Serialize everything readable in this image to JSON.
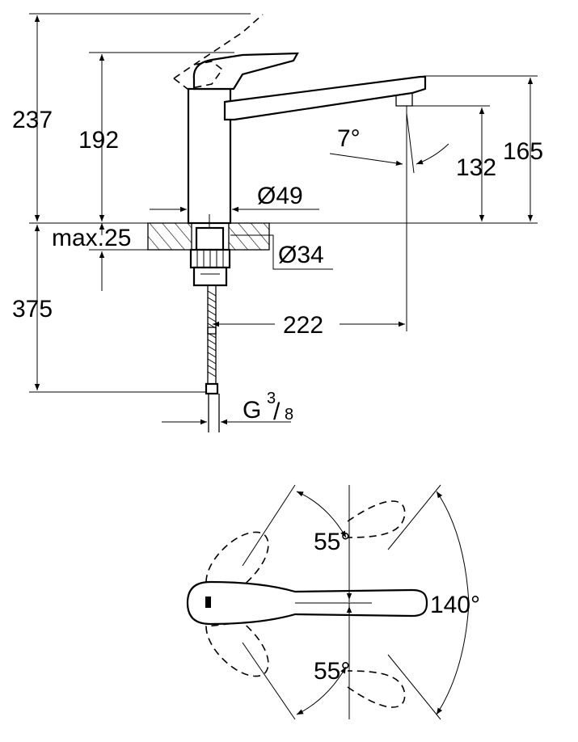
{
  "side_view": {
    "dim_total_height": "237",
    "dim_body_height": "192",
    "dim_spout_height": "165",
    "dim_outlet_height": "132",
    "dim_angle": "7°",
    "dim_body_diameter": "Ø49",
    "dim_hole_diameter": "Ø34",
    "dim_max_thickness": "max.25",
    "dim_below_deck": "375",
    "dim_reach": "222",
    "dim_thread_prefix": "G",
    "dim_thread_num": "3",
    "dim_thread_den": "8"
  },
  "top_view": {
    "angle_upper": "55°",
    "angle_lower": "55°",
    "angle_total": "140°"
  }
}
